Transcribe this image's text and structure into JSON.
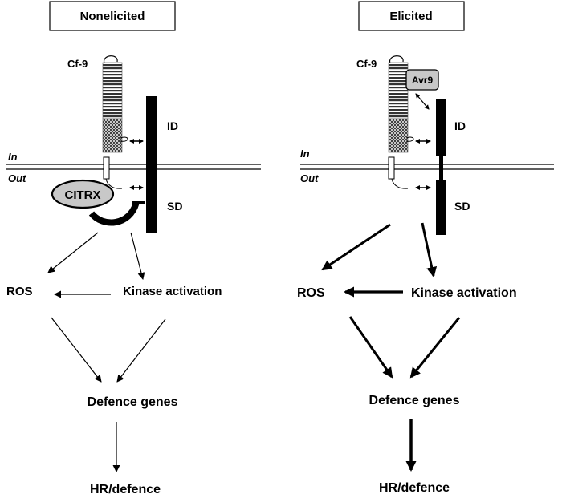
{
  "panels": [
    {
      "id": "nonelicited",
      "title": "Nonelicited",
      "receptor_label": "Cf-9",
      "in_label": "In",
      "out_label": "Out",
      "id_label": "ID",
      "sd_label": "SD",
      "citrx_label": "CITRX",
      "ros_label": "ROS",
      "kinase_label": "Kinase activation",
      "defence_genes_label": "Defence genes",
      "hr_label": "HR/defence"
    },
    {
      "id": "elicited",
      "title": "Elicited",
      "receptor_label": "Cf-9",
      "avr9_label": "Avr9",
      "in_label": "In",
      "out_label": "Out",
      "id_label": "ID",
      "sd_label": "SD",
      "ros_label": "ROS",
      "kinase_label": "Kinase activation",
      "defence_genes_label": "Defence genes",
      "hr_label": "HR/defence"
    }
  ]
}
